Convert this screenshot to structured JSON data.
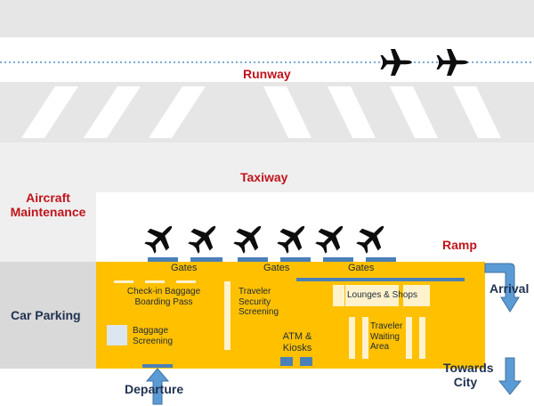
{
  "labels": {
    "runway": "Runway",
    "taxiway": "Taxiway",
    "aircraft_maintenance": "Aircraft\nMaintenance",
    "ramp": "Ramp",
    "car_parking": "Car Parking",
    "gates": [
      "Gates",
      "Gates",
      "Gates"
    ],
    "arrival": "Arrival",
    "departure": "Departure",
    "towards_city": "Towards\nCity",
    "checkin": "Check-in Baggage\nBoarding Pass",
    "traveler_security": "Traveler\nSecurity\nScreening",
    "lounges": "Lounges & Shops",
    "baggage_screening": "Baggage\nScreening",
    "atm": "ATM &\nKiosks",
    "waiting_area": "Traveler\nWaiting\nArea"
  },
  "icons": {
    "runway_planes": [
      "airplane-icon",
      "airplane-icon"
    ],
    "ramp_planes": [
      "airplane-icon",
      "airplane-icon",
      "airplane-icon",
      "airplane-icon",
      "airplane-icon",
      "airplane-icon"
    ],
    "flow_arrows": [
      "arrival-arrow-icon",
      "departure-arrow-icon",
      "towards-city-arrow-icon"
    ]
  },
  "colors": {
    "runway": "#e6e6e6",
    "taxiway": "#efefef",
    "terminal": "#ffc000",
    "parking": "#d9d9d9",
    "gate_bars": "#4a80b8",
    "labels_red": "#c0141c",
    "labels_navy": "#1f3150",
    "arrow_blue": "#5b9bd5"
  }
}
